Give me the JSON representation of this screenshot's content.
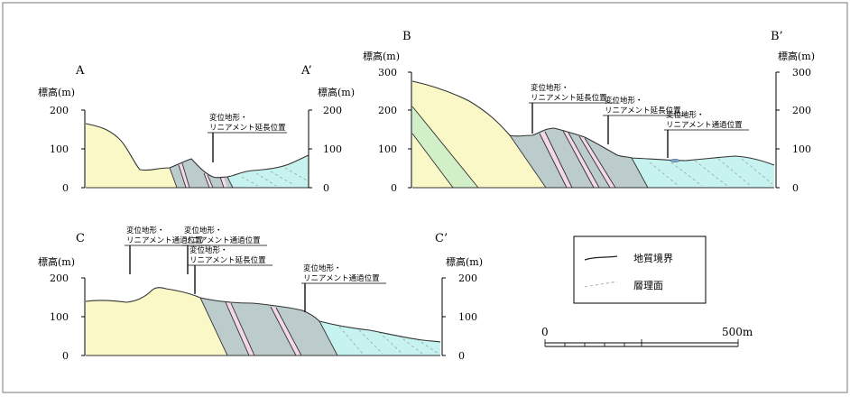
{
  "sections": {
    "a": {
      "left": "A",
      "right": "A’"
    },
    "b": {
      "left": "B",
      "right": "B’"
    },
    "c": {
      "left": "C",
      "right": "C’"
    }
  },
  "axis_title": "標高(m)",
  "ticks": [
    "0",
    "100",
    "200",
    "300"
  ],
  "annotations": {
    "line1_displacement": "変位地形・",
    "line2_extension": "リニアメント延長位置",
    "line2_passing": "リニアメント通過位置"
  },
  "legend": {
    "boundary": "地質境界",
    "bedding": "層理面"
  },
  "scale": {
    "start": "0",
    "end": "500m"
  },
  "colors": {
    "yellow": "#fbf8c8",
    "green": "#d2f0c8",
    "gray_blue": "#bccccc",
    "pink": "#f4d8e8",
    "cyan": "#c6f2f0",
    "frame": "#7a7a7a"
  },
  "icons": [
    "lineament-marker-icon",
    "geologic-boundary-line-icon",
    "bedding-plane-dashed-icon"
  ]
}
